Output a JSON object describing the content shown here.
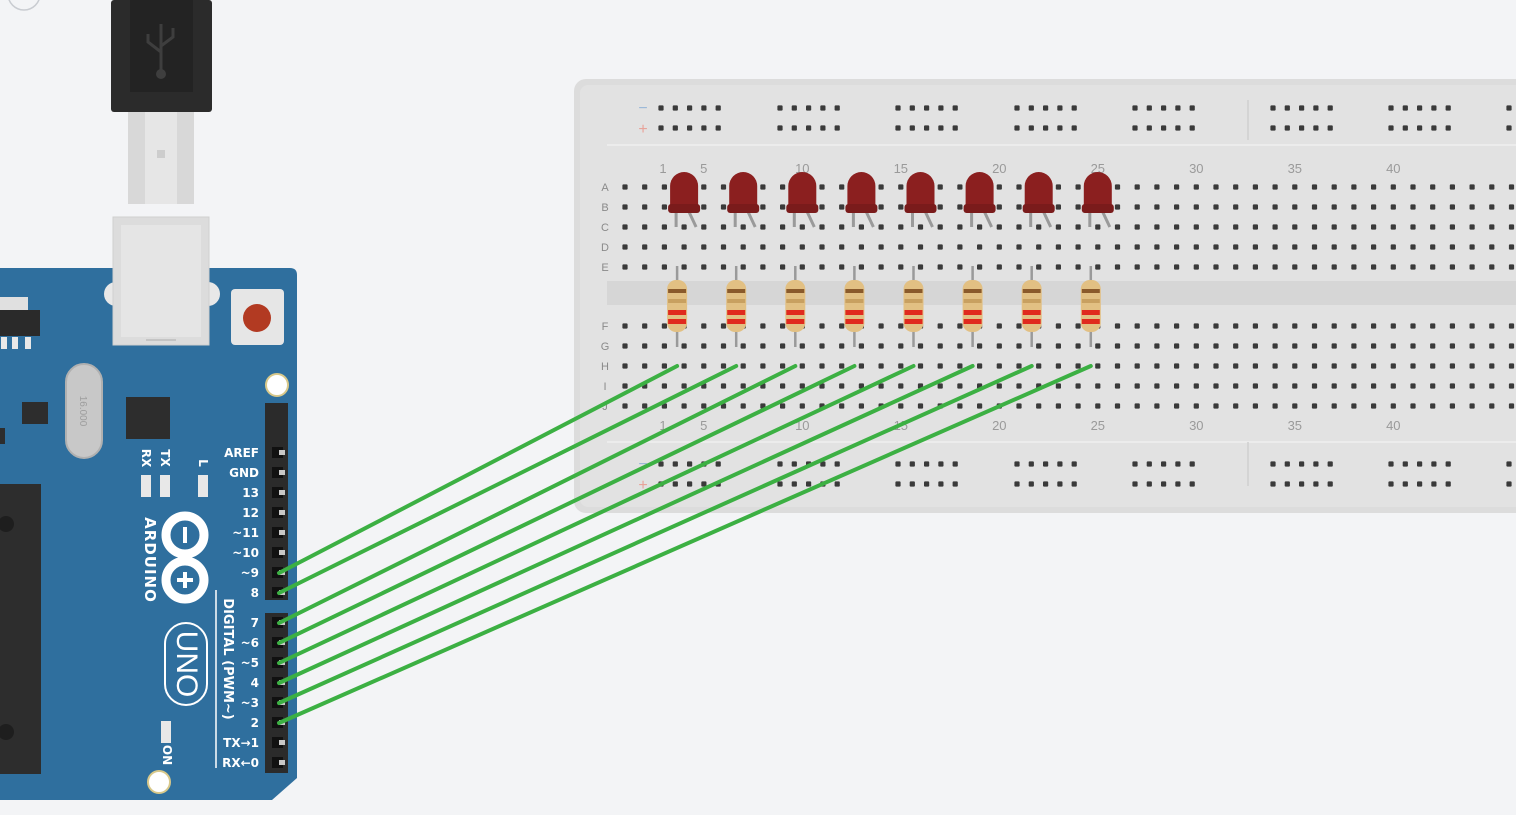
{
  "breadboard": {
    "column_numbers": [
      "1",
      "5",
      "10",
      "15",
      "20",
      "25",
      "30",
      "35",
      "40"
    ],
    "row_letters_top": [
      "A",
      "B",
      "C",
      "D",
      "E"
    ],
    "row_letters_bottom": [
      "F",
      "G",
      "H",
      "I",
      "J"
    ],
    "rail_minus": "−",
    "rail_plus": "+"
  },
  "arduino": {
    "brand": "ARDUINO",
    "model": "UNO",
    "crystal_text": "16.000",
    "header_caption": "DIGITAL (PWM~)",
    "on_label": "ON",
    "led_labels": [
      "RX",
      "TX",
      "L"
    ],
    "pin_labels": [
      "AREF",
      "GND",
      "13",
      "12",
      "~11",
      "~10",
      "~9",
      "8",
      "7",
      "~6",
      "~5",
      "4",
      "~3",
      "2",
      "TX→1",
      "RX←0"
    ]
  },
  "circuit": {
    "led_count": 8,
    "led_color": "#8b1f1f",
    "wire_color": "#3cb043",
    "wires": [
      {
        "from_pin": "~9",
        "to_column": 3
      },
      {
        "from_pin": "8",
        "to_column": 6
      },
      {
        "from_pin": "7",
        "to_column": 9
      },
      {
        "from_pin": "~6",
        "to_column": 12
      },
      {
        "from_pin": "~5",
        "to_column": 15
      },
      {
        "from_pin": "4",
        "to_column": 18
      },
      {
        "from_pin": "~3",
        "to_column": 21
      },
      {
        "from_pin": "2",
        "to_column": 24
      }
    ]
  }
}
